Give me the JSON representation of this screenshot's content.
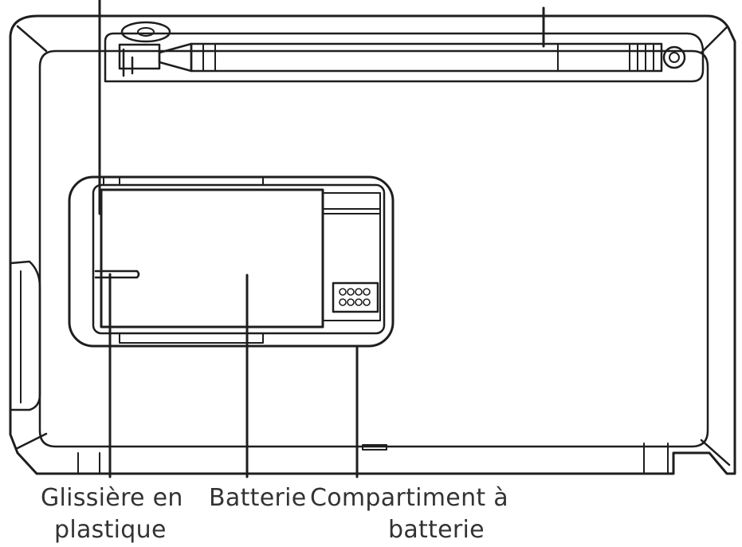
{
  "diagram": {
    "labels": {
      "slide_line1": "Glissière en",
      "slide_line2": "plastique",
      "battery": "Batterie",
      "compartment_line1": "Compartiment à",
      "compartment_line2": "batterie"
    }
  }
}
